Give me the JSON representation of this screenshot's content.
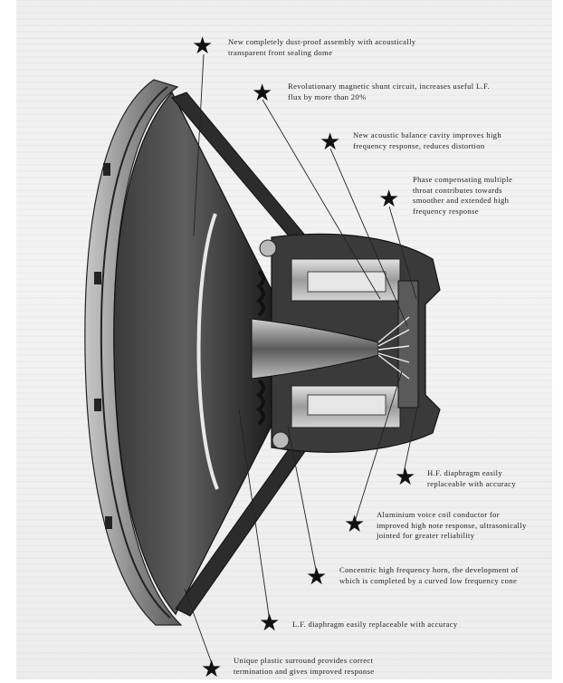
{
  "callouts": [
    {
      "text": "New completely dust-proof assembly with acoustically transparent front sealing dome"
    },
    {
      "text": "Revolutionary magnetic shunt circuit, increases useful L.F. flux by more than 20%"
    },
    {
      "text": "New acoustic balance cavity improves high frequency response, reduces distortion"
    },
    {
      "text": "Phase compensating multiple throat contributes towards smoother and extended high frequency response"
    },
    {
      "text": "H.F. diaphragm easily replaceable with accuracy"
    },
    {
      "text": "Aluminium voice coil conductor for improved high note response, ultrasonically jointed for greater reliability"
    },
    {
      "text": "Concentric high frequency horn, the development of which is completed by a curved low frequency cone"
    },
    {
      "text": "L.F. diaphragm easily replaceable with accuracy"
    },
    {
      "text": "Unique plastic surround provides correct termination and gives improved response"
    }
  ],
  "marker_icon": "star-icon",
  "colors": {
    "ink": "#111111",
    "paper": "#f0f0f0",
    "metal": "#9a9a9a"
  }
}
